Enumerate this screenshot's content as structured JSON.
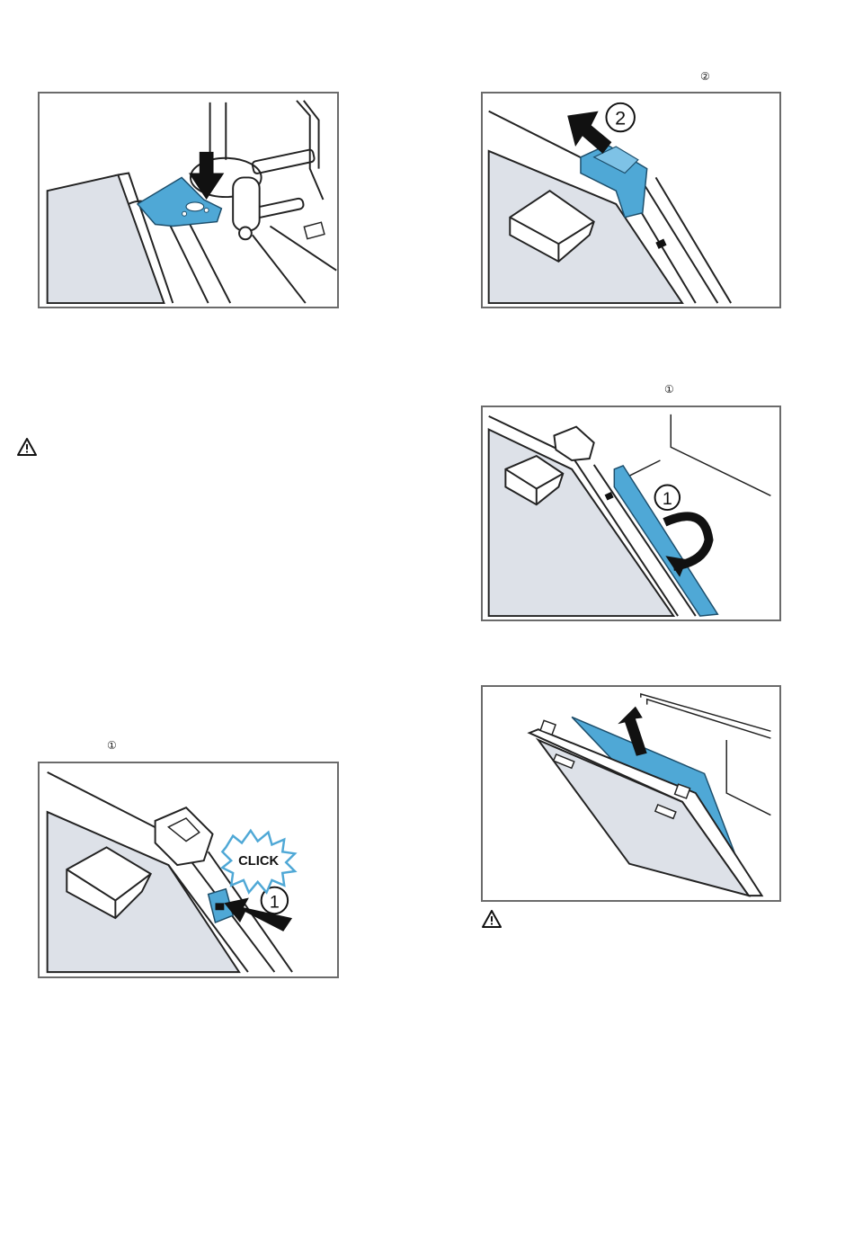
{
  "colors": {
    "accent": "#4fa8d6",
    "panel": "#dde1e8",
    "frame": "#6b6b6b"
  },
  "step_markers": {
    "marker_2": "②",
    "marker_1_a": "①",
    "marker_1_b": "①"
  },
  "figures": {
    "hinge_press": {
      "label": ""
    },
    "lift_off": {
      "label": "2"
    },
    "rotate_strip": {
      "label": "1"
    },
    "click_lock": {
      "label": "1",
      "click_text": "CLICK"
    },
    "remove_pane": {
      "label": ""
    }
  },
  "icons": {
    "warning_1": "warning-icon",
    "warning_2": "warning-icon"
  }
}
